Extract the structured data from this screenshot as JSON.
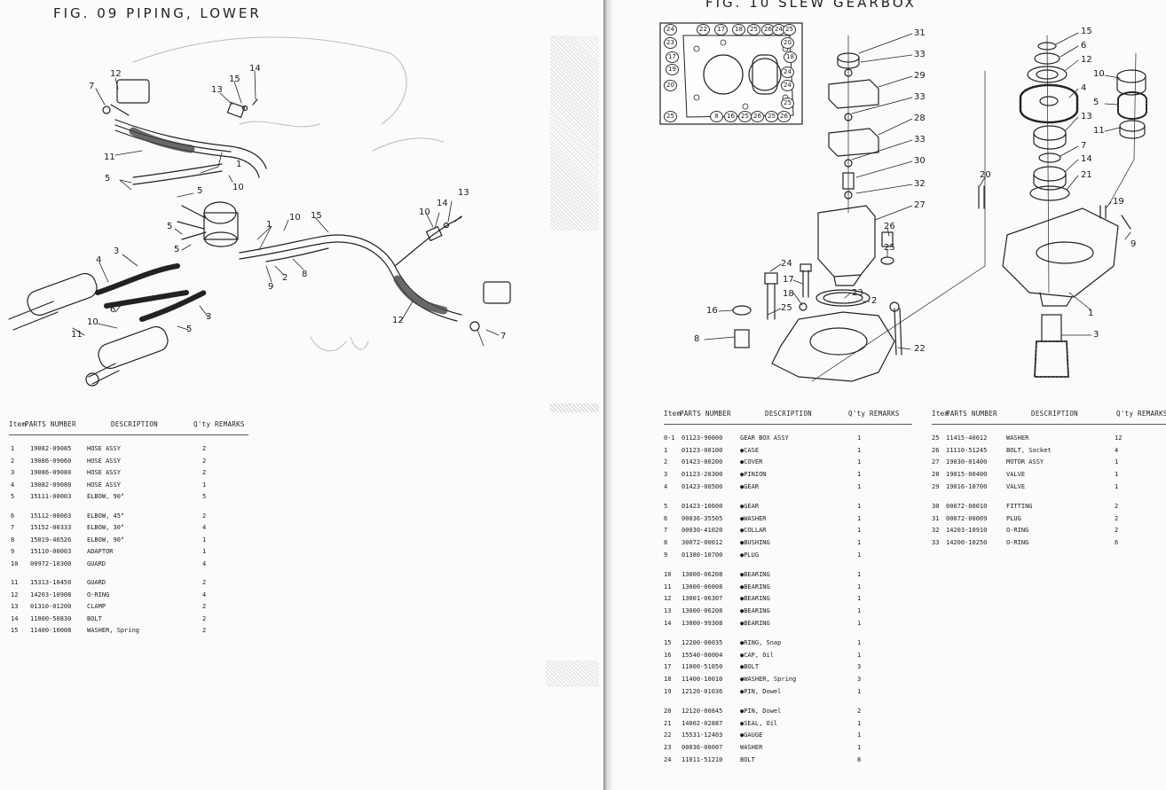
{
  "left": {
    "figure_title": "FIG. 09   PIPING, LOWER",
    "callouts": [
      {
        "id": "c-12a",
        "text": "12"
      },
      {
        "id": "c-7a",
        "text": "7"
      },
      {
        "id": "c-13a",
        "text": "13"
      },
      {
        "id": "c-15a",
        "text": "15"
      },
      {
        "id": "c-14a",
        "text": "14"
      },
      {
        "id": "c-11a",
        "text": "11"
      },
      {
        "id": "c-1a",
        "text": "1"
      },
      {
        "id": "c-5a",
        "text": "5"
      },
      {
        "id": "c-10a",
        "text": "10"
      },
      {
        "id": "c-5b",
        "text": "5"
      },
      {
        "id": "c-5c",
        "text": "5"
      },
      {
        "id": "c-5d",
        "text": "5"
      },
      {
        "id": "c-1b",
        "text": "1"
      },
      {
        "id": "c-10b",
        "text": "10"
      },
      {
        "id": "c-15b",
        "text": "15"
      },
      {
        "id": "c-14b",
        "text": "14"
      },
      {
        "id": "c-13b",
        "text": "13"
      },
      {
        "id": "c-10c",
        "text": "10"
      },
      {
        "id": "c-3a",
        "text": "3"
      },
      {
        "id": "c-4a",
        "text": "4"
      },
      {
        "id": "c-8a",
        "text": "8"
      },
      {
        "id": "c-9a",
        "text": "9"
      },
      {
        "id": "c-2a",
        "text": "2"
      },
      {
        "id": "c-6a",
        "text": "6"
      },
      {
        "id": "c-10d",
        "text": "10"
      },
      {
        "id": "c-3b",
        "text": "3"
      },
      {
        "id": "c-5e",
        "text": "5"
      },
      {
        "id": "c-11b",
        "text": "11"
      },
      {
        "id": "c-12b",
        "text": "12"
      },
      {
        "id": "c-7b",
        "text": "7"
      }
    ],
    "table_header": {
      "item": "Item",
      "part_number": "PARTS NUMBER",
      "description": "DESCRIPTION",
      "qty": "Q'ty",
      "remarks": "REMARKS"
    },
    "rows": [
      {
        "item": "1",
        "part": "19082-09085",
        "desc": "HOSE ASSY",
        "qty": "2"
      },
      {
        "item": "2",
        "part": "19086-09060",
        "desc": "HOSE ASSY",
        "qty": "2"
      },
      {
        "item": "3",
        "part": "19086-09080",
        "desc": "HOSE ASSY",
        "qty": "2"
      },
      {
        "item": "4",
        "part": "19082-09080",
        "desc": "HOSE ASSY",
        "qty": "1"
      },
      {
        "item": "5",
        "part": "15111-00003",
        "desc": "ELBOW, 90°",
        "qty": "5"
      },
      {
        "item": "6",
        "part": "15112-00003",
        "desc": "ELBOW, 45°",
        "qty": "2"
      },
      {
        "item": "7",
        "part": "15152-00333",
        "desc": "ELBOW, 30°",
        "qty": "4"
      },
      {
        "item": "8",
        "part": "15019-46526",
        "desc": "ELBOW, 90°",
        "qty": "1"
      },
      {
        "item": "9",
        "part": "15110-00003",
        "desc": "ADAPTOR",
        "qty": "1"
      },
      {
        "item": "10",
        "part": "00972-10300",
        "desc": "GUARD",
        "qty": "4"
      },
      {
        "item": "11",
        "part": "15313-10450",
        "desc": "GUARD",
        "qty": "2"
      },
      {
        "item": "12",
        "part": "14203-10908",
        "desc": "O-RING",
        "qty": "4"
      },
      {
        "item": "13",
        "part": "01310-01200",
        "desc": "CLAMP",
        "qty": "2"
      },
      {
        "item": "14",
        "part": "11000-50830",
        "desc": "BOLT",
        "qty": "2"
      },
      {
        "item": "15",
        "part": "11400-10008",
        "desc": "WASHER, Spring",
        "qty": "2"
      }
    ]
  },
  "right": {
    "figure_title": "FIG. 10   SLEW  GEARBOX",
    "inset_labels": [
      "24",
      "22",
      "17",
      "18",
      "25",
      "26",
      "24",
      "25",
      "23",
      "17",
      "20",
      "18",
      "19",
      "20",
      "24",
      "24",
      "25",
      "8",
      "16",
      "25",
      "26",
      "25",
      "26",
      "25"
    ],
    "callouts": [
      {
        "id": "r-31",
        "text": "31"
      },
      {
        "id": "r-33a",
        "text": "33"
      },
      {
        "id": "r-29",
        "text": "29"
      },
      {
        "id": "r-33b",
        "text": "33"
      },
      {
        "id": "r-28",
        "text": "28"
      },
      {
        "id": "r-33c",
        "text": "33"
      },
      {
        "id": "r-30",
        "text": "30"
      },
      {
        "id": "r-32",
        "text": "32"
      },
      {
        "id": "r-27",
        "text": "27"
      },
      {
        "id": "r-26",
        "text": "26"
      },
      {
        "id": "r-25a",
        "text": "25"
      },
      {
        "id": "r-24",
        "text": "24"
      },
      {
        "id": "r-17",
        "text": "17"
      },
      {
        "id": "r-18",
        "text": "18"
      },
      {
        "id": "r-25b",
        "text": "25"
      },
      {
        "id": "r-23",
        "text": "23"
      },
      {
        "id": "r-2",
        "text": "2"
      },
      {
        "id": "r-16",
        "text": "16"
      },
      {
        "id": "r-8",
        "text": "8"
      },
      {
        "id": "r-22",
        "text": "22"
      },
      {
        "id": "r-15",
        "text": "15"
      },
      {
        "id": "r-6",
        "text": "6"
      },
      {
        "id": "r-12",
        "text": "12"
      },
      {
        "id": "r-10",
        "text": "10"
      },
      {
        "id": "r-4",
        "text": "4"
      },
      {
        "id": "r-5",
        "text": "5"
      },
      {
        "id": "r-13",
        "text": "13"
      },
      {
        "id": "r-11",
        "text": "11"
      },
      {
        "id": "r-7",
        "text": "7"
      },
      {
        "id": "r-14",
        "text": "14"
      },
      {
        "id": "r-21",
        "text": "21"
      },
      {
        "id": "r-20",
        "text": "20"
      },
      {
        "id": "r-19",
        "text": "19"
      },
      {
        "id": "r-9",
        "text": "9"
      },
      {
        "id": "r-1",
        "text": "1"
      },
      {
        "id": "r-3",
        "text": "3"
      }
    ],
    "table_header": {
      "item": "Item",
      "part_number": "PARTS NUMBER",
      "description": "DESCRIPTION",
      "qty": "Q'ty",
      "remarks": "REMARKS"
    },
    "rows_a": [
      {
        "item": "0-1",
        "part": "01123-90000",
        "desc": "GEAR BOX ASSY",
        "qty": "1"
      },
      {
        "item": "1",
        "part": "01123-00100",
        "desc": "●CASE",
        "qty": "1"
      },
      {
        "item": "2",
        "part": "01423-00200",
        "desc": "●COVER",
        "qty": "1"
      },
      {
        "item": "3",
        "part": "01123-20300",
        "desc": "●PINION",
        "qty": "1"
      },
      {
        "item": "4",
        "part": "01423-00500",
        "desc": "●GEAR",
        "qty": "1"
      },
      {
        "item": "5",
        "part": "01423-10600",
        "desc": "●GEAR",
        "qty": "1"
      },
      {
        "item": "6",
        "part": "00036-35505",
        "desc": "●WASHER",
        "qty": "1"
      },
      {
        "item": "7",
        "part": "00030-41020",
        "desc": "●COLLAR",
        "qty": "1"
      },
      {
        "item": "8",
        "part": "30072-00012",
        "desc": "●BUSHING",
        "qty": "1"
      },
      {
        "item": "9",
        "part": "01380-10700",
        "desc": "●PLUG",
        "qty": "1"
      },
      {
        "item": "10",
        "part": "13000-06208",
        "desc": "●BEARING",
        "qty": "1"
      },
      {
        "item": "11",
        "part": "13000-06008",
        "desc": "●BEARING",
        "qty": "1"
      },
      {
        "item": "12",
        "part": "13001-06307",
        "desc": "●BEARING",
        "qty": "1"
      },
      {
        "item": "13",
        "part": "13000-06208",
        "desc": "●BEARING",
        "qty": "1"
      },
      {
        "item": "14",
        "part": "13000-99308",
        "desc": "●BEARING",
        "qty": "1"
      },
      {
        "item": "15",
        "part": "12200-00035",
        "desc": "●RING, Snap",
        "qty": "1"
      },
      {
        "item": "16",
        "part": "15540-00004",
        "desc": "●CAP, Oil",
        "qty": "1"
      },
      {
        "item": "17",
        "part": "11000-51050",
        "desc": "●BOLT",
        "qty": "3"
      },
      {
        "item": "18",
        "part": "11400-10010",
        "desc": "●WASHER, Spring",
        "qty": "3"
      },
      {
        "item": "19",
        "part": "12120-01036",
        "desc": "●PIN, Dowel",
        "qty": "1"
      },
      {
        "item": "20",
        "part": "12120-00845",
        "desc": "●PIN, Dowel",
        "qty": "2"
      },
      {
        "item": "21",
        "part": "14002-02887",
        "desc": "●SEAL, Oil",
        "qty": "1"
      },
      {
        "item": "22",
        "part": "15531-12403",
        "desc": "●GAUGE",
        "qty": "1"
      },
      {
        "item": "23",
        "part": "00036-00007",
        "desc": "WASHER",
        "qty": "1"
      },
      {
        "item": "24",
        "part": "11011-51210",
        "desc": "BOLT",
        "qty": "8"
      }
    ],
    "rows_b": [
      {
        "item": "25",
        "part": "11415-40012",
        "desc": "WASHER",
        "qty": "12"
      },
      {
        "item": "26",
        "part": "11110-51245",
        "desc": "BOLT, Socket",
        "qty": "4"
      },
      {
        "item": "27",
        "part": "19030-01400",
        "desc": "MOTOR ASSY",
        "qty": "1"
      },
      {
        "item": "28",
        "part": "19015-00400",
        "desc": "VALVE",
        "qty": "1"
      },
      {
        "item": "29",
        "part": "19016-10700",
        "desc": "VALVE",
        "qty": "1"
      },
      {
        "item": "30",
        "part": "00072-00010",
        "desc": "FITTING",
        "qty": "2"
      },
      {
        "item": "31",
        "part": "00072-00009",
        "desc": "PLUG",
        "qty": "2"
      },
      {
        "item": "32",
        "part": "14203-10910",
        "desc": "O-RING",
        "qty": "2"
      },
      {
        "item": "33",
        "part": "14200-10250",
        "desc": "O-RING",
        "qty": "6"
      }
    ]
  }
}
